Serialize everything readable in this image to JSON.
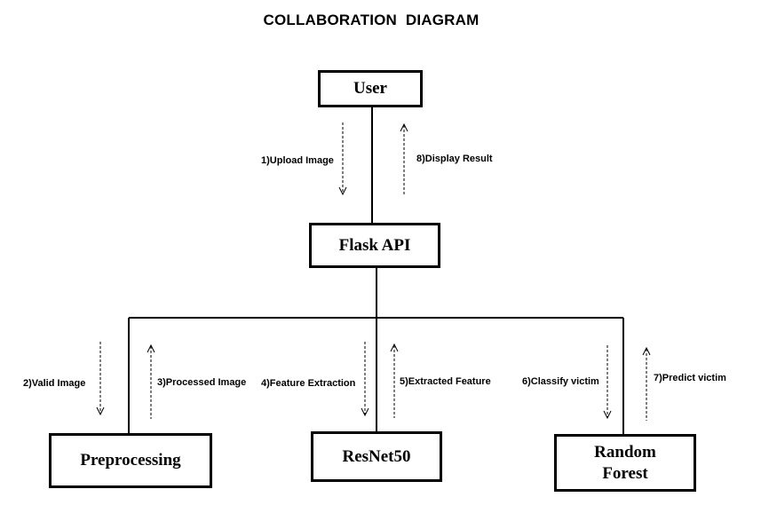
{
  "title": "COLLABORATION  DIAGRAM",
  "nodes": {
    "user": "User",
    "flask_api": "Flask API",
    "preprocessing": "Preprocessing",
    "resnet50": "ResNet50",
    "random_forest": "Random Forest"
  },
  "messages": {
    "m1": "1)Upload Image",
    "m2": "2)Valid Image",
    "m3": "3)Processed Image",
    "m4": "4)Feature Extraction",
    "m5": "5)Extracted Feature",
    "m6": "6)Classify victim",
    "m7": "7)Predict victim",
    "m8": "8)Display Result"
  }
}
